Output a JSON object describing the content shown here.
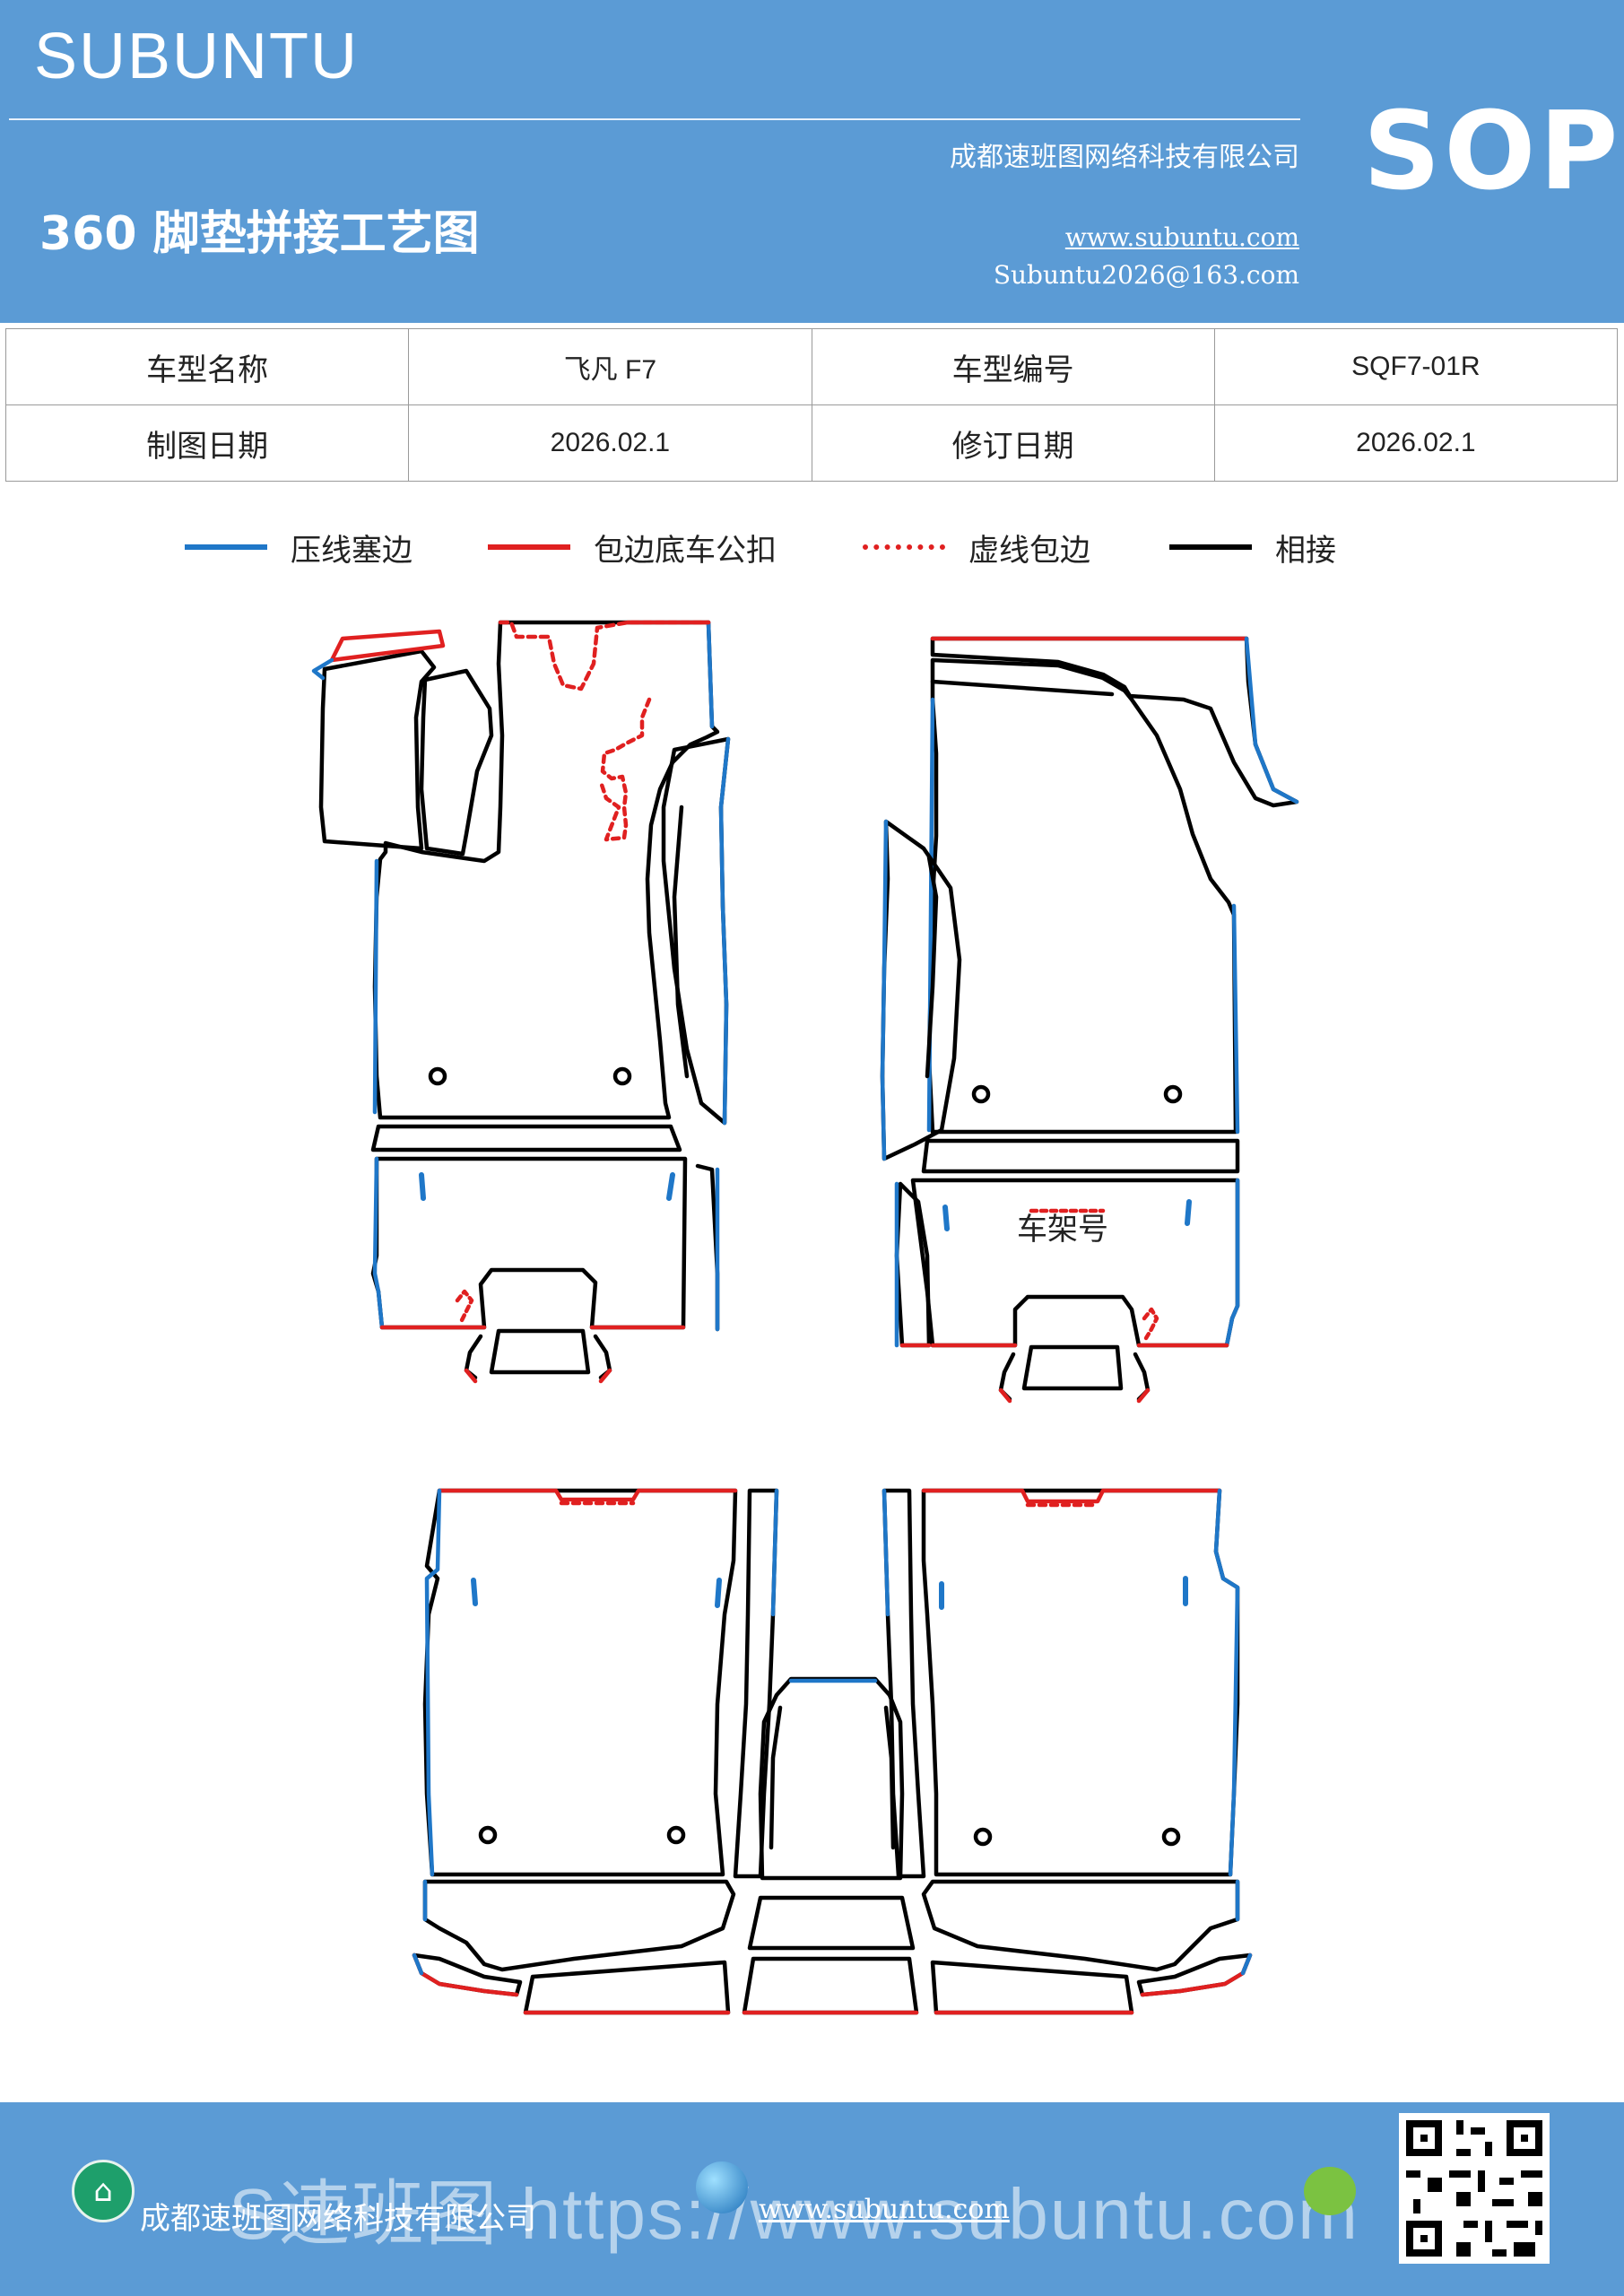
{
  "header": {
    "brand": "SUBUNTU",
    "company": "成都速班图网络科技有限公司",
    "badge": "SOP",
    "title": "360 脚垫拼接工艺图",
    "website": "www.subuntu.com",
    "email": "Subuntu2026@163.com"
  },
  "info_table": {
    "row1": {
      "label1": "车型名称",
      "value1": "飞凡 F7",
      "label2": "车型编号",
      "value2": "SQF7-01R"
    },
    "row2": {
      "label1": "制图日期",
      "value1": "2026.02.1",
      "label2": "修订日期",
      "value2": "2026.02.1"
    }
  },
  "legend": [
    {
      "label": "压线塞边",
      "color": "#1f77c8",
      "style": "solid"
    },
    {
      "label": "包边底车公扣",
      "color": "#e02020",
      "style": "solid"
    },
    {
      "label": "虚线包边",
      "color": "#e02020",
      "style": "dashed"
    },
    {
      "label": "相接",
      "color": "#000000",
      "style": "solid"
    }
  ],
  "drawing": {
    "vin_label": "车架号"
  },
  "footer": {
    "company": "成都速班图网络科技有限公司",
    "website": "www.subuntu.com",
    "watermark": "S速班图 https://www.subuntu.com"
  }
}
